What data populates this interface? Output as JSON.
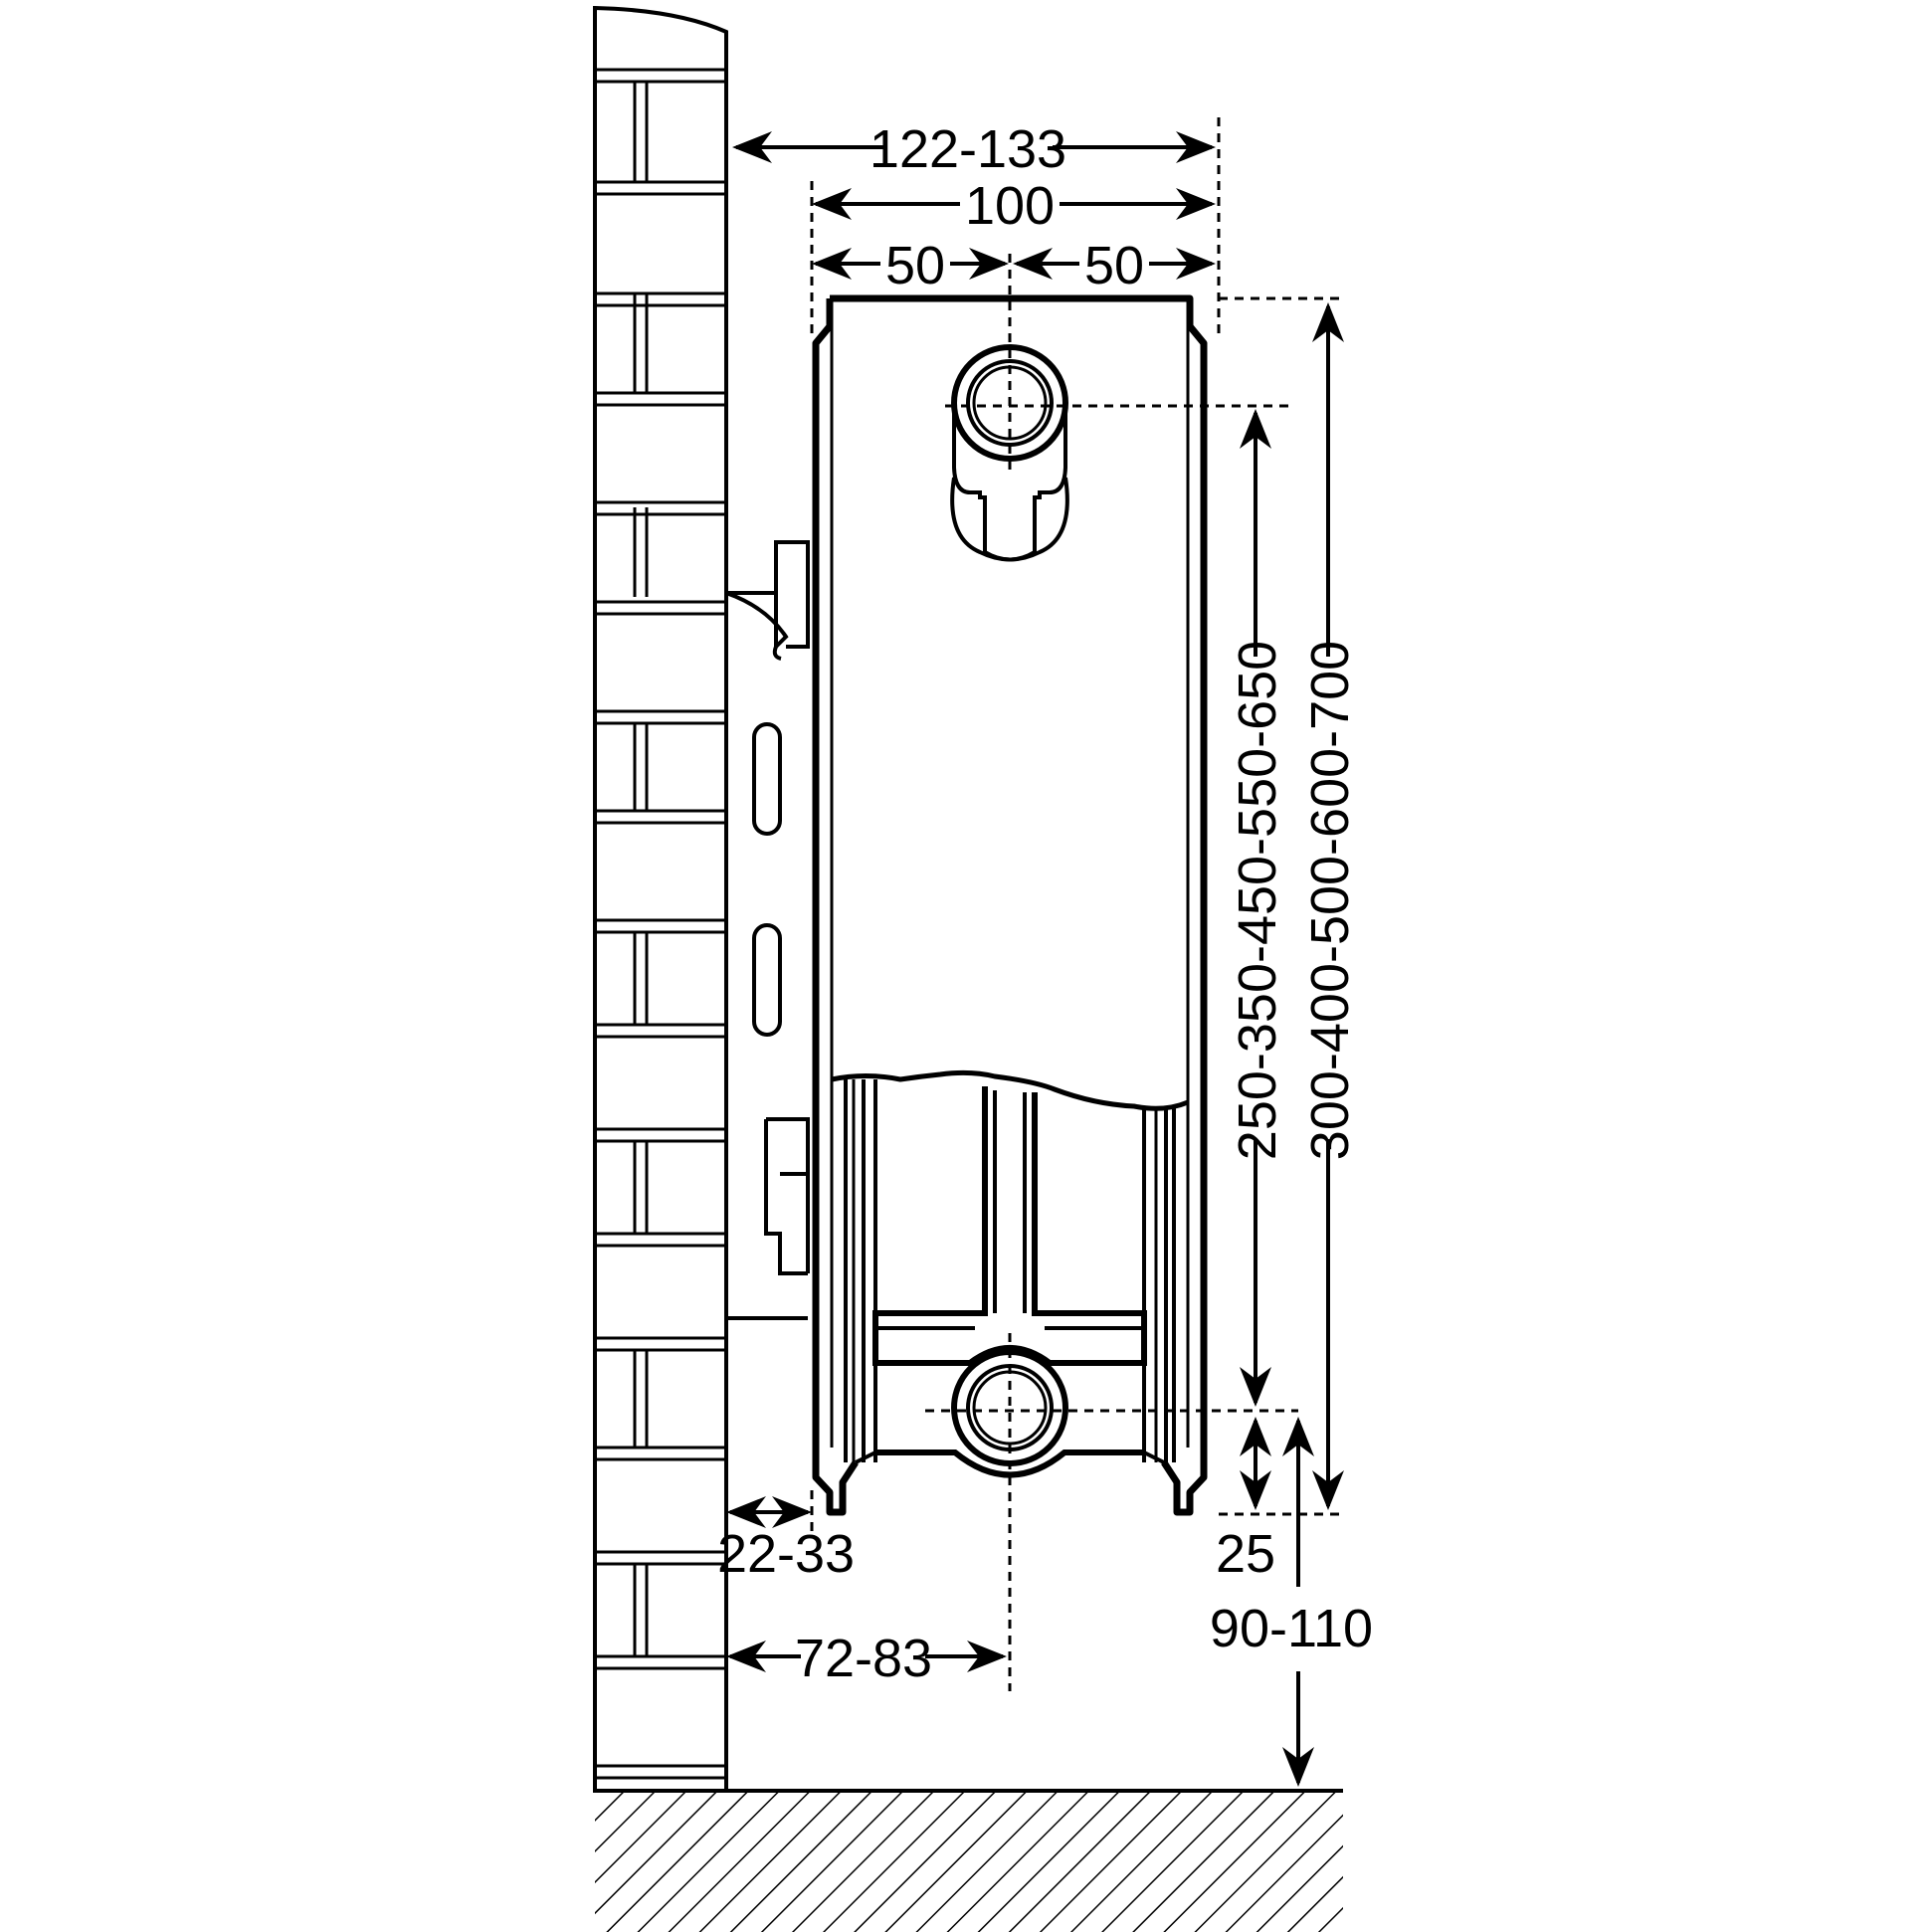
{
  "dimensions": {
    "total_depth": "122-133",
    "radiator_depth": "100",
    "half_left": "50",
    "half_right": "50",
    "wall_gap": "22-33",
    "pipe_wall_distance": "72-83",
    "pipe_spacing": "250-350-450-550-650",
    "radiator_height": "300-400-500-600-700",
    "pipe_bottom_offset": "25",
    "floor_clearance": "90-110"
  },
  "colors": {
    "line": "#000000",
    "background": "#ffffff"
  }
}
